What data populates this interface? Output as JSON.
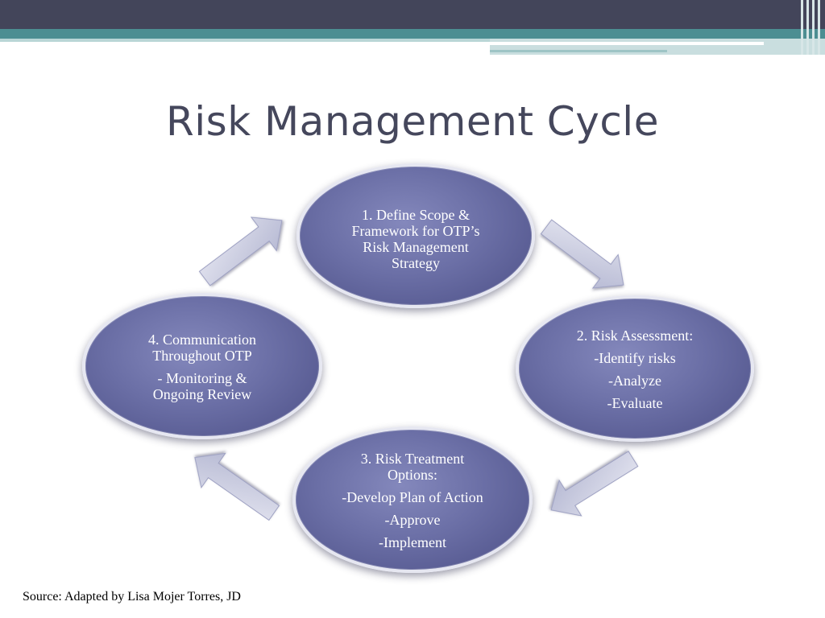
{
  "title": "Risk Management Cycle",
  "steps": [
    {
      "lines": [
        "1.  Define Scope & Framework for OTP’s Risk Management Strategy"
      ]
    },
    {
      "lines": [
        "2.  Risk Assessment:",
        "-Identify risks",
        "-Analyze",
        "-Evaluate"
      ]
    },
    {
      "lines": [
        "3.  Risk Treatment Options:",
        "-Develop Plan of Action",
        "-Approve",
        "-Implement"
      ]
    },
    {
      "lines": [
        "4.  Communication Throughout OTP",
        "- Monitoring & Ongoing Review"
      ]
    }
  ],
  "source": "Source:  Adapted by Lisa Mojer Torres, JD",
  "colors": {
    "title": "#45475c",
    "ellipse_fill": "#6b6fa6",
    "ellipse_border": "#e6e7f1",
    "arrow_fill": "#c9cbe0",
    "header_dark": "#43455a",
    "header_teal": "#4c8e92"
  }
}
